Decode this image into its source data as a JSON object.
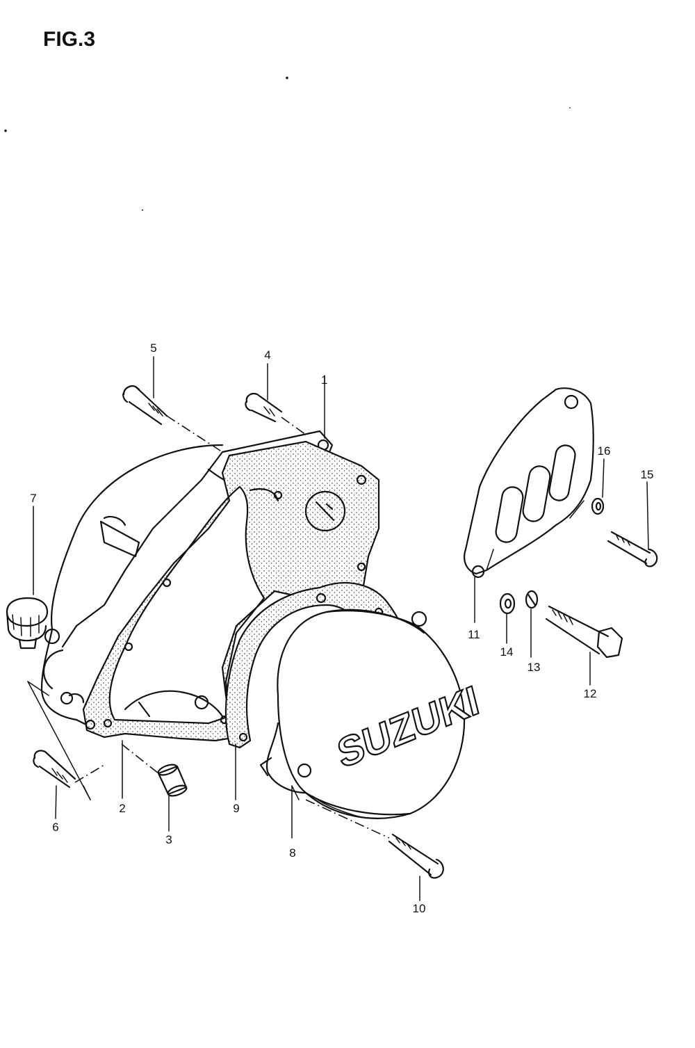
{
  "figure": {
    "title": "FIG.3",
    "brand": "SUZUKI"
  },
  "callouts": [
    {
      "id": "1",
      "label": "1"
    },
    {
      "id": "2",
      "label": "2"
    },
    {
      "id": "3",
      "label": "3"
    },
    {
      "id": "4",
      "label": "4"
    },
    {
      "id": "5",
      "label": "5"
    },
    {
      "id": "6",
      "label": "6"
    },
    {
      "id": "7",
      "label": "7"
    },
    {
      "id": "8",
      "label": "8"
    },
    {
      "id": "9",
      "label": "9"
    },
    {
      "id": "10",
      "label": "10"
    },
    {
      "id": "11",
      "label": "11"
    },
    {
      "id": "12",
      "label": "12"
    },
    {
      "id": "13",
      "label": "13"
    },
    {
      "id": "14",
      "label": "14"
    },
    {
      "id": "15",
      "label": "15"
    },
    {
      "id": "16",
      "label": "16"
    }
  ]
}
